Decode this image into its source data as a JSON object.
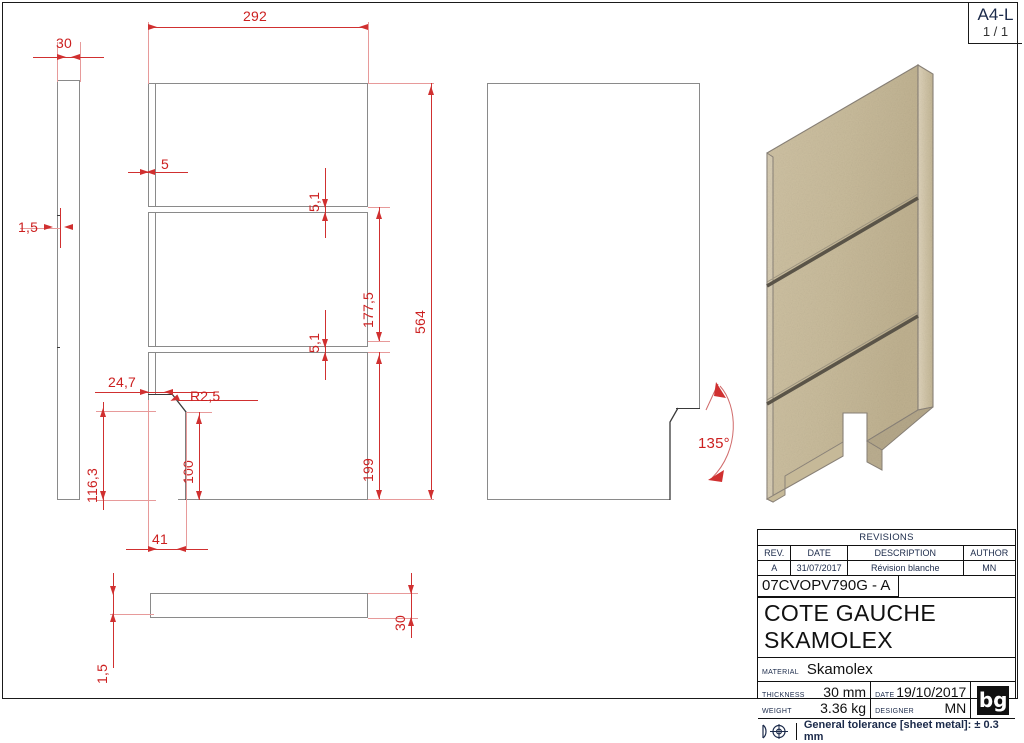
{
  "sheet": {
    "format_tag": "A4-L",
    "page": "1 / 1"
  },
  "dimensions": {
    "side_view_width": "30",
    "side_view_notch": "1,5",
    "main_width": "292",
    "groove_offset_left": "5",
    "groove_width_top": "5,1",
    "groove_width_bottom": "5,1",
    "mid_section": "177,5",
    "lower_section": "199",
    "total_height": "564",
    "notch_x": "24,7",
    "fillet": "R2,5",
    "notch_height_left": "116,3",
    "notch_height_right": "100",
    "notch_bottom_width": "41",
    "bend_angle": "135°",
    "bottom_view_thickness": "30",
    "bottom_view_step": "1,5"
  },
  "revisions": {
    "header": "REVISIONS",
    "columns": [
      "REV.",
      "DATE",
      "DESCRIPTION",
      "AUTHOR"
    ],
    "rows": [
      {
        "rev": "A",
        "date": "31/07/2017",
        "description": "Révision blanche",
        "author": "MN"
      }
    ]
  },
  "title_block": {
    "part_number": "07CVOPV790G - A",
    "title": "COTE GAUCHE  SKAMOLEX",
    "material_label": "MATERIAL",
    "material_value": "Skamolex",
    "thickness_label": "THICKNESS",
    "thickness_value": "30 mm",
    "weight_label": "WEIGHT",
    "weight_value": "3.36 kg",
    "date_label": "DATE",
    "date_value": "19/10/2017",
    "designer_label": "DESIGNER",
    "designer_value": "MN",
    "logo_text": "bg",
    "tolerance_note": "General tolerance [sheet metal]: ± 0.3 mm"
  },
  "colors": {
    "dimension_red": "#cc2020",
    "geometry_gray": "#8a8a8a",
    "title_navy": "#1b2a4a",
    "material_tan": "#c9bb9a"
  }
}
